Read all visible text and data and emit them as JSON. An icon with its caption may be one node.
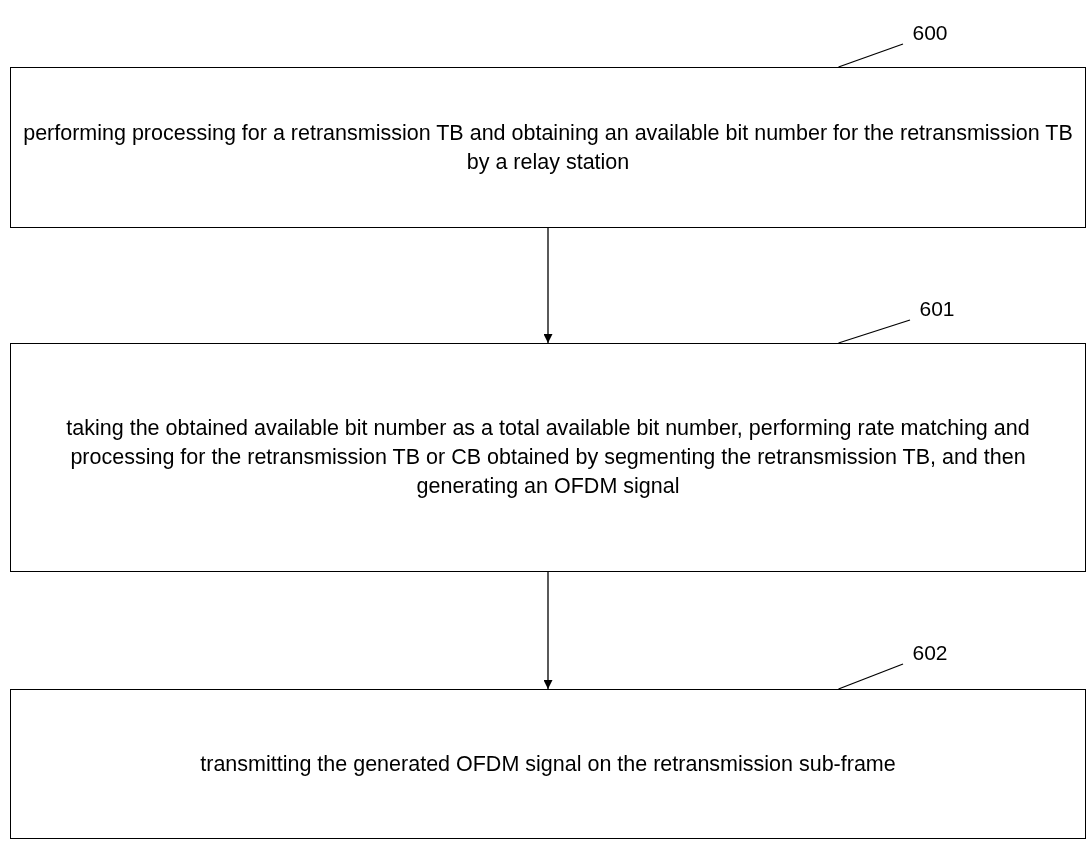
{
  "diagram": {
    "nodes": [
      {
        "text": [
          "600"
        ]
      },
      {
        "text": [
          "performing processing for a retransmission TB and obtaining an available bit number for the retransmission TB by a relay station"
        ]
      },
      {
        "text": [
          "601"
        ]
      },
      {
        "text": [
          "taking the obtained available bit number as a total available bit number, performing rate matching and processing for the retransmission TB or CB obtained by segmenting the retransmission TB, and then generating an OFDM signal"
        ]
      },
      {
        "text": [
          "602"
        ]
      },
      {
        "text": [
          "transmitting the generated OFDM signal on the retransmission sub-frame"
        ]
      }
    ],
    "edges": [
      {
        "from": 1,
        "to": 3,
        "arrow": "to"
      },
      {
        "from": 3,
        "to": 5,
        "arrow": "to"
      },
      {
        "from": 0,
        "to": 1,
        "arrow": "none"
      },
      {
        "from": 2,
        "to": 3,
        "arrow": "none"
      },
      {
        "from": 4,
        "to": 5,
        "arrow": "none"
      }
    ]
  }
}
